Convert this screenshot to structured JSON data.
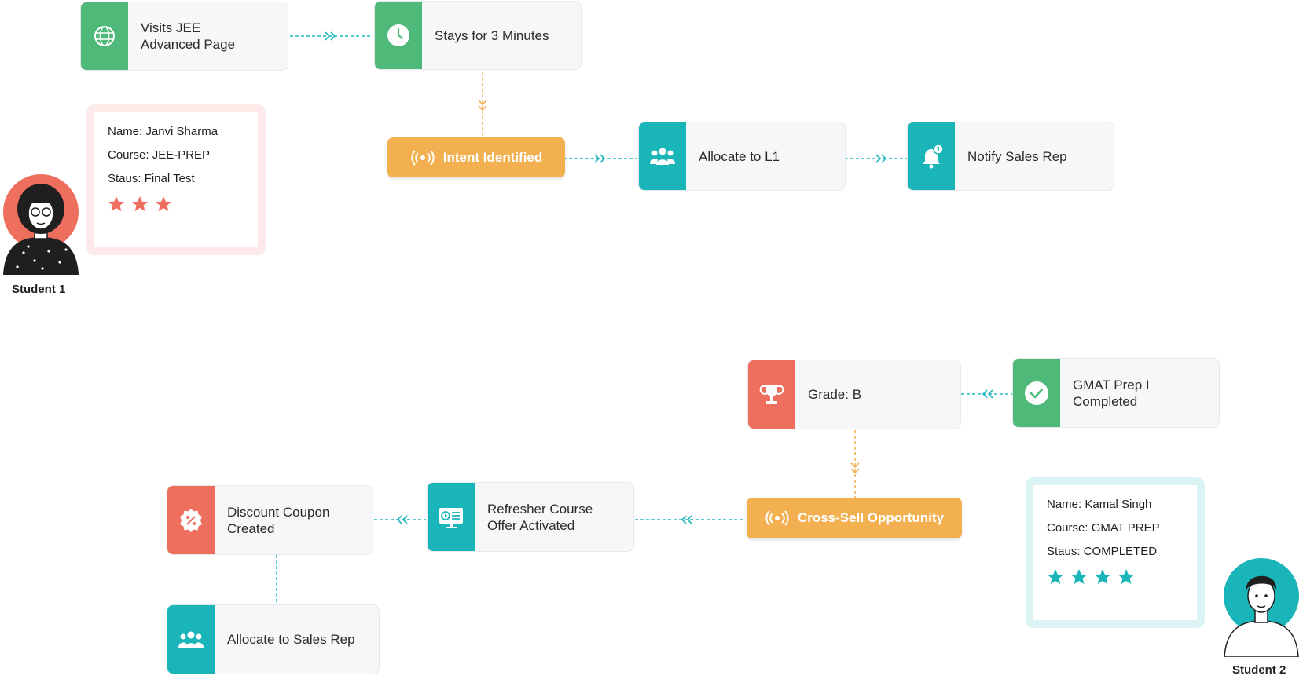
{
  "flow1": {
    "visits": "Visits JEE\nAdvanced Page",
    "stays": "Stays for 3 Minutes",
    "intent": "Intent Identified",
    "allocate": "Allocate to L1",
    "notify": "Notify Sales Rep"
  },
  "student1": {
    "label": "Student 1",
    "name": "Name: Janvi Sharma",
    "course": "Course: JEE-PREP",
    "status": "Staus: Final Test",
    "stars": 3
  },
  "flow2": {
    "grade": "Grade: B",
    "gmat": "GMAT Prep I\nCompleted",
    "crosssell": "Cross-Sell Opportunity",
    "refresher": "Refresher Course\nOffer Activated",
    "discount": "Discount Coupon\nCreated",
    "allocate": "Allocate to Sales Rep"
  },
  "student2": {
    "label": "Student 2",
    "name": "Name: Kamal Singh",
    "course": "Course: GMAT PREP",
    "status": "Staus: COMPLETED",
    "stars": 4
  },
  "colors": {
    "green": "#4fb97a",
    "teal": "#1ab5b9",
    "coral": "#ef6f5e",
    "orange": "#f2b050",
    "card1_border": "#fde9e8",
    "card2_border": "#dcf3f4"
  },
  "icons": [
    "globe-icon",
    "clock-icon",
    "broadcast-icon",
    "users-icon",
    "bell-icon",
    "trophy-icon",
    "check-circle-icon",
    "monitor-icon",
    "discount-icon"
  ]
}
